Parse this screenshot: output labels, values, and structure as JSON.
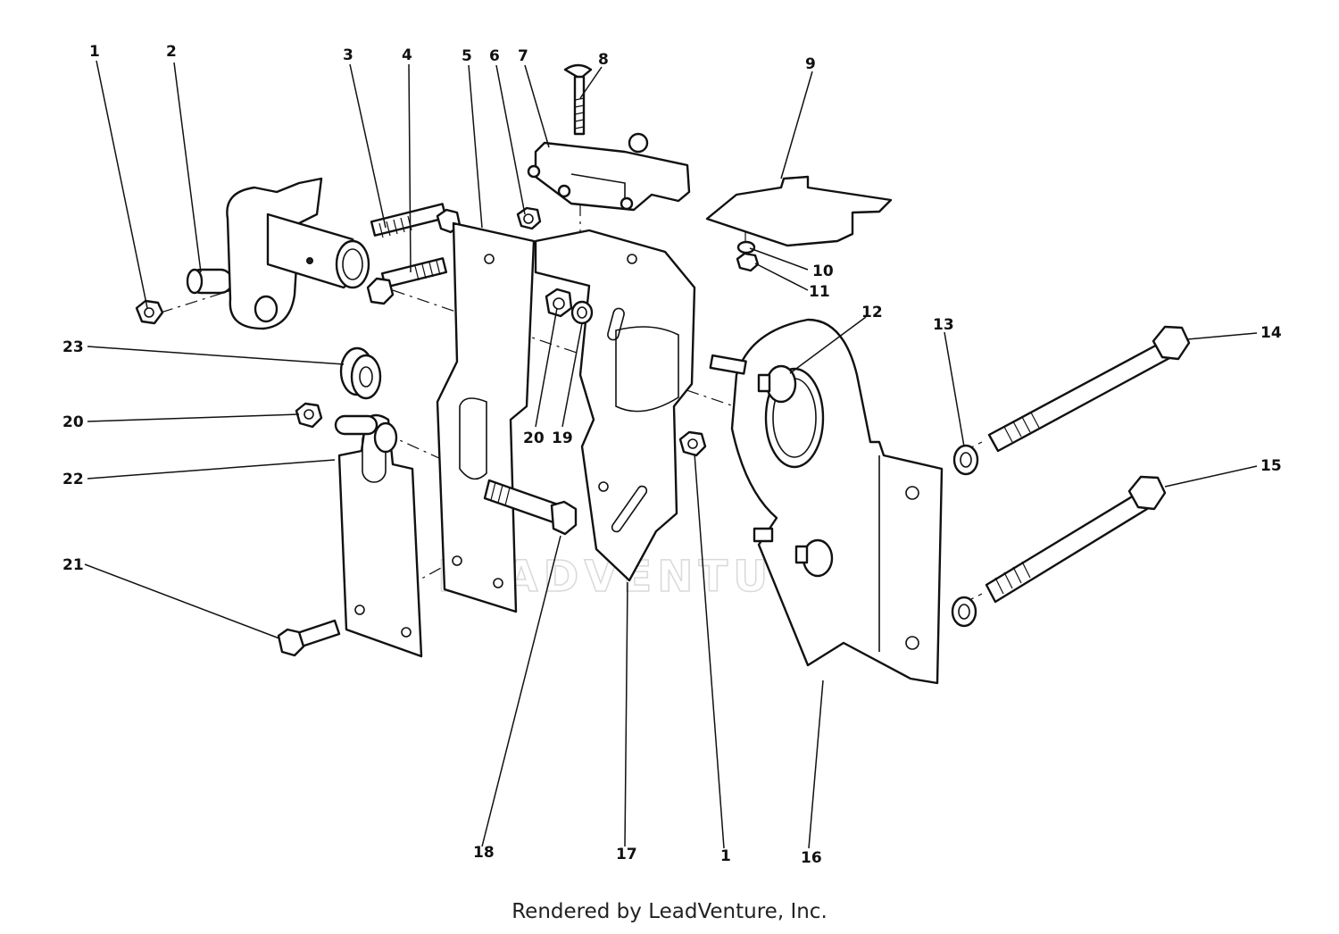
{
  "diagram": {
    "watermark": "LEADVENTURE",
    "callouts": [
      {
        "id": "c1a",
        "label": "1"
      },
      {
        "id": "c2",
        "label": "2"
      },
      {
        "id": "c3",
        "label": "3"
      },
      {
        "id": "c4",
        "label": "4"
      },
      {
        "id": "c5",
        "label": "5"
      },
      {
        "id": "c6",
        "label": "6"
      },
      {
        "id": "c7",
        "label": "7"
      },
      {
        "id": "c8",
        "label": "8"
      },
      {
        "id": "c9",
        "label": "9"
      },
      {
        "id": "c10",
        "label": "10"
      },
      {
        "id": "c11",
        "label": "11"
      },
      {
        "id": "c12",
        "label": "12"
      },
      {
        "id": "c13",
        "label": "13"
      },
      {
        "id": "c14",
        "label": "14"
      },
      {
        "id": "c15",
        "label": "15"
      },
      {
        "id": "c16",
        "label": "16"
      },
      {
        "id": "c17",
        "label": "17"
      },
      {
        "id": "c18",
        "label": "18"
      },
      {
        "id": "c1b",
        "label": "1"
      },
      {
        "id": "c19",
        "label": "19"
      },
      {
        "id": "c20a",
        "label": "20"
      },
      {
        "id": "c20b",
        "label": "20"
      },
      {
        "id": "c21",
        "label": "21"
      },
      {
        "id": "c22",
        "label": "22"
      },
      {
        "id": "c23",
        "label": "23"
      }
    ]
  },
  "footer": {
    "text": "Rendered by LeadVenture, Inc."
  }
}
